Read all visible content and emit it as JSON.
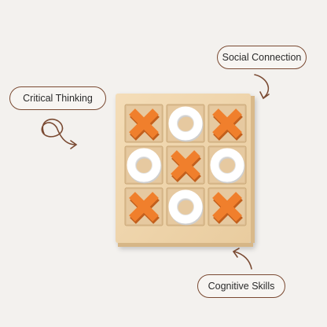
{
  "labels": {
    "critical_thinking": "Critical Thinking",
    "social_connection": "Social Connection",
    "cognitive_skills": "Cognitive Skills"
  },
  "board": {
    "cells": [
      "X",
      "O",
      "X",
      "O",
      "X",
      "O",
      "X",
      "O",
      "X"
    ]
  },
  "colors": {
    "background": "#f3f1ee",
    "wood": "#f0d7b0",
    "orange": "#f07f2c",
    "white_piece": "#ffffff",
    "arrow": "#7a4a32"
  }
}
